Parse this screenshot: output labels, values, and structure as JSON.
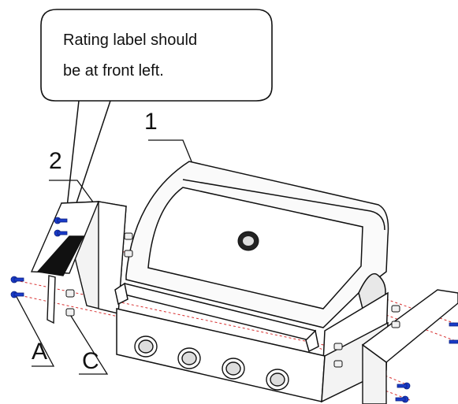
{
  "callout": {
    "line1": "Rating label should",
    "line2": "be at front left."
  },
  "labels": {
    "part_1": "1",
    "part_2": "2",
    "part_a": "A",
    "part_c": "C"
  },
  "icons": {
    "brand_badge": "grill-logo-badge"
  },
  "colors": {
    "stroke": "#111111",
    "screw": "#1a3cc8",
    "dashed_line": "#d83030"
  }
}
